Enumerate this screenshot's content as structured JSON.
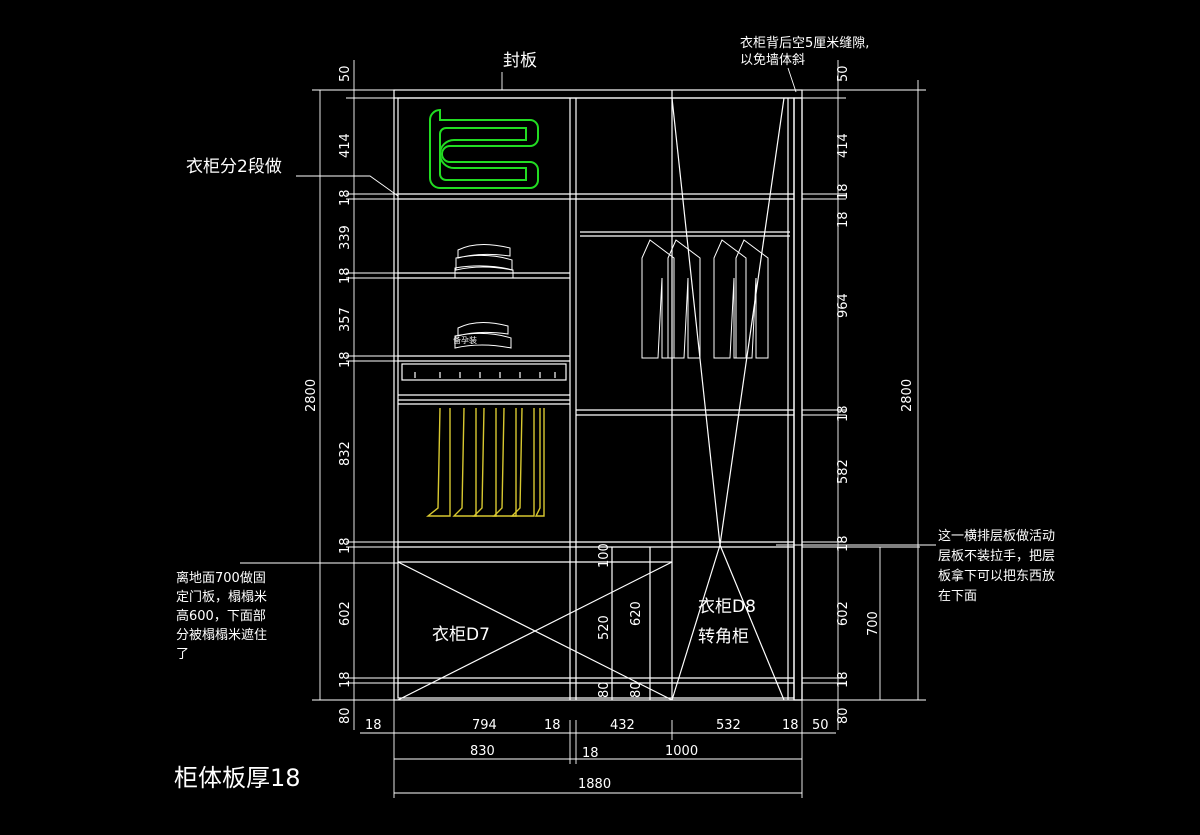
{
  "title": "柜体板厚18",
  "labels": {
    "fengban": "封板",
    "split": "衣柜分2段做",
    "back_gap_line1": "衣柜背后空5厘米缝隙,",
    "back_gap_line2": "以免墙体斜",
    "note_right": [
      "这一横排层板做活动",
      "层板不装拉手，把层",
      "板拿下可以把东西放",
      "在下面"
    ],
    "note_left": [
      "离地面700做固",
      "定门板，榻榻米",
      "高600，下面部",
      "分被榻榻米遮住",
      "了"
    ],
    "cab_d7": "衣柜D7",
    "cab_d8_line1": "衣柜D8",
    "cab_d8_line2": "转角柜",
    "small_tag": "备孕装"
  },
  "dims_left": [
    "50",
    "414",
    "18",
    "339",
    "18",
    "357",
    "18",
    "832",
    "18",
    "602",
    "18",
    "80"
  ],
  "dim_left_total": "2800",
  "dims_right": [
    "50",
    "414",
    "18",
    "18",
    "964",
    "18",
    "582",
    "18",
    "602",
    "18",
    "80"
  ],
  "dim_right_total": "2800",
  "dim_right_700": "700",
  "dims_inner": [
    "100",
    "520",
    "620",
    "80",
    "80"
  ],
  "dims_bottom_row1": [
    "18",
    "794",
    "18",
    "432",
    "532",
    "18",
    "50"
  ],
  "dims_bottom_row2": [
    "830",
    "18",
    "1000"
  ],
  "dim_bottom_total": "1880"
}
